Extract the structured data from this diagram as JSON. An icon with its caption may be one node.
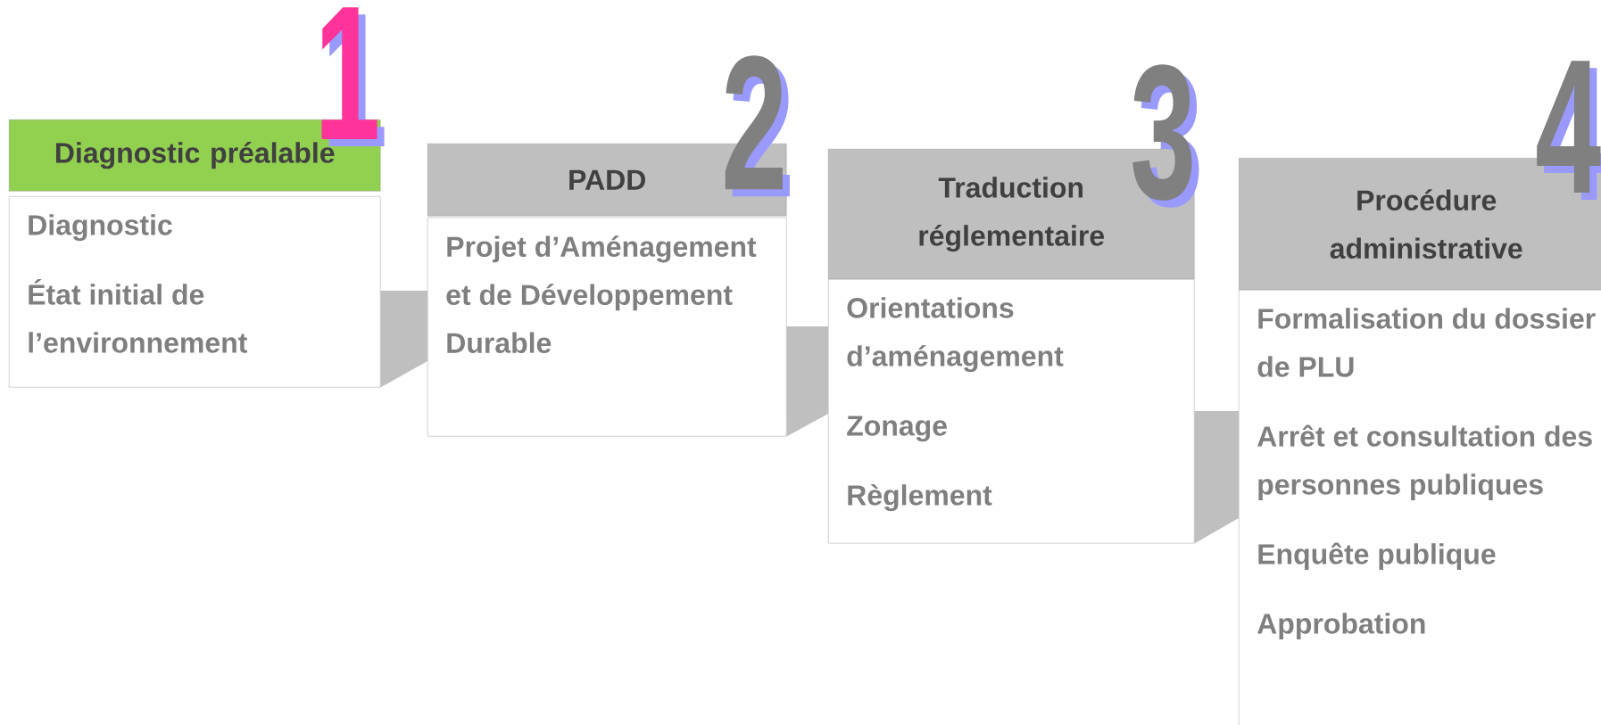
{
  "diagram": {
    "nodes": [
      {
        "text": [
          "Diagnostic préalable"
        ]
      },
      {
        "text": [
          "Diagnostic",
          "État initial de l’environnement"
        ]
      },
      {
        "text": [
          "PADD"
        ]
      },
      {
        "text": [
          "Projet d’Aménagement et de Développement Durable"
        ]
      },
      {
        "text": [
          "Traduction réglementaire"
        ]
      },
      {
        "text": [
          "Orientations d’aménagement",
          "Zonage",
          "Règlement"
        ]
      },
      {
        "text": [
          "Procédure administrative"
        ]
      },
      {
        "text": [
          "Formalisation du dossier de PLU",
          "Arrêt et consultation des personnes publiques",
          "Enquête publique",
          "Approbation"
        ]
      }
    ],
    "edges": [
      {
        "from": 1,
        "to": 3,
        "arrow": "none"
      },
      {
        "from": 3,
        "to": 5,
        "arrow": "none"
      },
      {
        "from": 5,
        "to": 7,
        "arrow": "none"
      }
    ],
    "labels": [
      "1",
      "2",
      "3",
      "4"
    ]
  }
}
